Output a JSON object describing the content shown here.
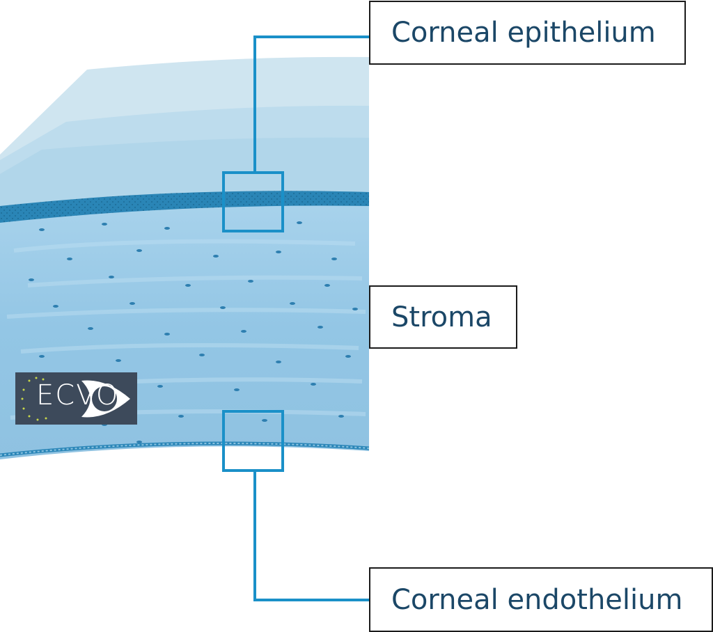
{
  "labels": {
    "epithelium": "Corneal epithelium",
    "stroma": "Stroma",
    "endothelium": "Corneal endothelium"
  },
  "logo": {
    "text": "ECVO"
  },
  "colors": {
    "label_text": "#1b4767",
    "leader_line": "#1a90c8",
    "stroma_base": "#8dc3e3",
    "epithelium_band": "#2b86b8",
    "tear_film": "#cfe5f0",
    "logo_bg": "#3d4a5b"
  }
}
